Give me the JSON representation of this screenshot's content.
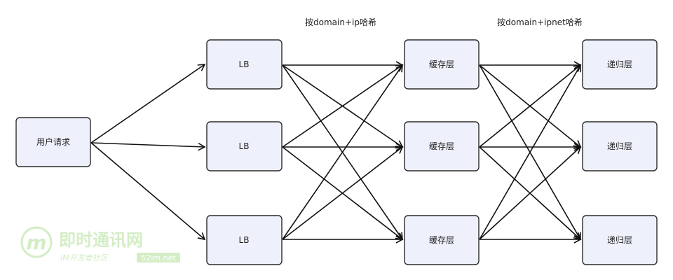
{
  "labels": {
    "hash_ip": "按domain+ip哈希",
    "hash_ipnet": "按domain+ipnet哈希"
  },
  "nodes": {
    "user_request": "用户请求",
    "lb": [
      "LB",
      "LB",
      "LB"
    ],
    "cache": [
      "缓存层",
      "缓存层",
      "缓存层"
    ],
    "recursive": [
      "递归层",
      "递归层",
      "递归层"
    ]
  },
  "watermark": {
    "logo_letter": "m",
    "site_name": "即时通讯网",
    "tagline": "IM开发者社区",
    "domain": "52im.net"
  },
  "colors": {
    "node_fill": "#eef1fb",
    "node_stroke": "#2b2b2b",
    "edge": "#111111",
    "watermark_green": "#8fd16a"
  }
}
